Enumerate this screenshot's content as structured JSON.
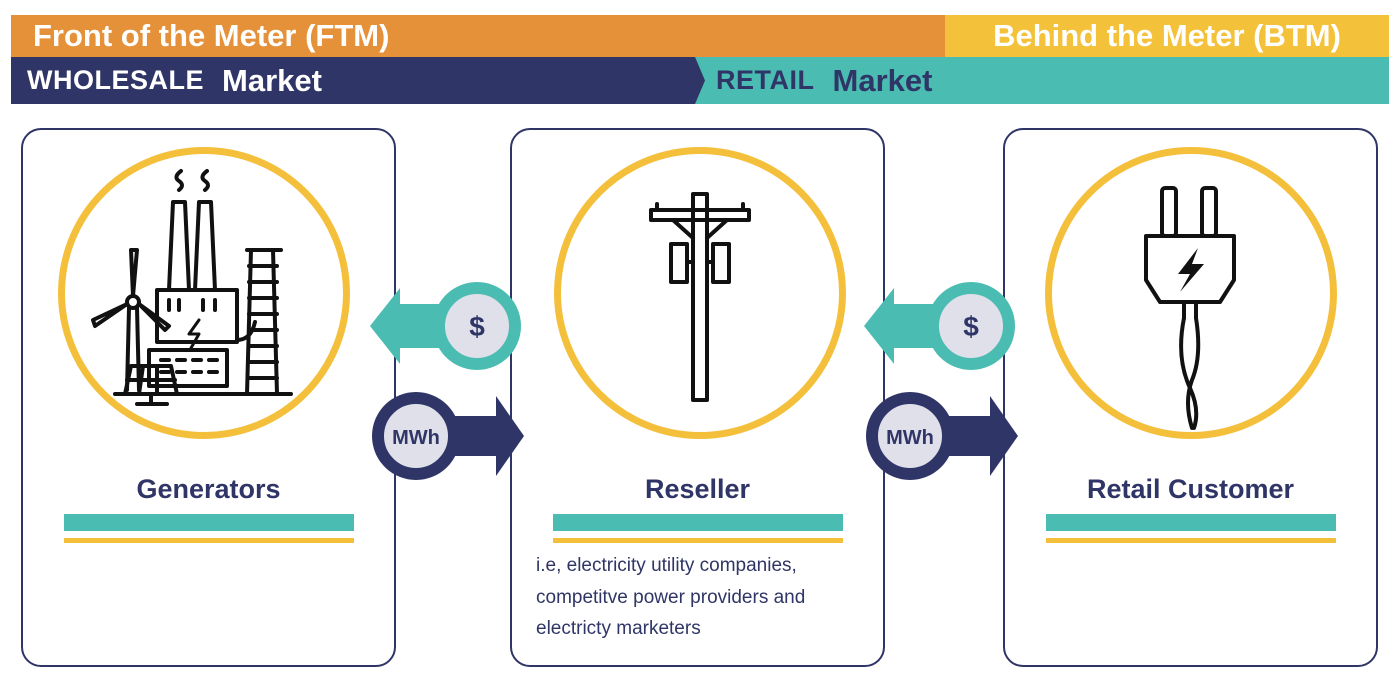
{
  "header": {
    "ftm_label": "Front of the Meter (FTM)",
    "btm_label": "Behind the Meter (BTM)",
    "wholesale": {
      "bold": "WHOLESALE",
      "word": "Market"
    },
    "retail": {
      "bold": "RETAIL",
      "word": "Market"
    }
  },
  "nodes": [
    {
      "title": "Generators",
      "icon": "power-plant-icon"
    },
    {
      "title": "Reseller",
      "icon": "utility-pole-icon",
      "description": [
        "i.e, electricity utility companies,",
        "competitve power providers and",
        "electricty marketers"
      ]
    },
    {
      "title": "Retail Customer",
      "icon": "electric-plug-icon"
    }
  ],
  "flows": {
    "money_symbol": "$",
    "energy_label": "MWh"
  },
  "colors": {
    "ftm_orange": "#e5913a",
    "btm_yellow": "#f3c13a",
    "navy": "#2f3566",
    "teal": "#4bbcb1",
    "ring_yellow": "#f4c03c",
    "badge_fill": "#dfe0ea"
  }
}
